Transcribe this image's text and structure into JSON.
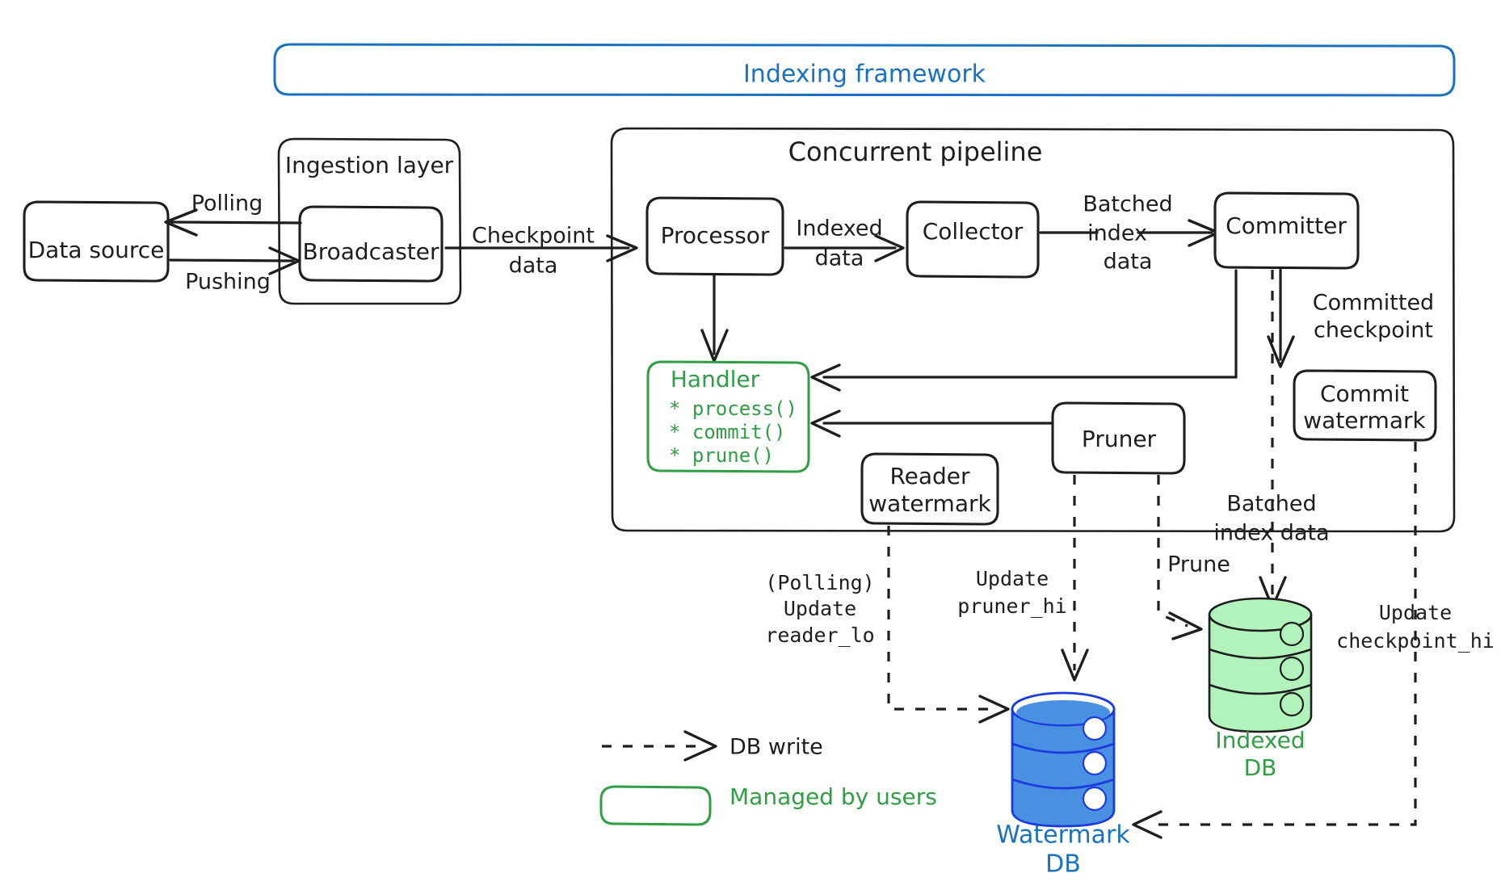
{
  "diagram": {
    "title": "Indexing framework",
    "groups": {
      "framework": "Indexing framework",
      "ingestion": "Ingestion layer",
      "pipeline": "Concurrent pipeline"
    },
    "nodes": {
      "data_source": "Data source",
      "broadcaster": "Broadcaster",
      "processor": "Processor",
      "collector": "Collector",
      "committer": "Committer",
      "handler_title": "Handler",
      "handler_methods": [
        "* process()",
        "* commit()",
        "* prune()"
      ],
      "commit_watermark_line1": "Commit",
      "commit_watermark_line2": "watermark",
      "reader_watermark_line1": "Reader",
      "reader_watermark_line2": "watermark",
      "pruner": "Pruner",
      "indexed_db_line1": "Indexed",
      "indexed_db_line2": "DB",
      "watermark_db_line1": "Watermark",
      "watermark_db_line2": "DB"
    },
    "edge_labels": {
      "polling": "Polling",
      "pushing": "Pushing",
      "checkpoint_data_line1": "Checkpoint",
      "checkpoint_data_line2": "data",
      "indexed_data_line1": "Indexed",
      "indexed_data_line2": "data",
      "batched_index_data_line1": "Batched",
      "batched_index_data_line2": "index",
      "batched_index_data_line3": "data",
      "committed_checkpoint_line1": "Committed",
      "committed_checkpoint_line2": "checkpoint",
      "batched_index_data2_line1": "Batched",
      "batched_index_data2_line2": "index data",
      "prune": "Prune",
      "polling_update_line1": "(Polling)",
      "polling_update_line2": "Update",
      "polling_update_line3": "reader_lo",
      "update_pruner_line1": "Update",
      "update_pruner_line2": "pruner_hi",
      "update_checkpoint_line1": "Update",
      "update_checkpoint_line2": "checkpoint_hi"
    },
    "legend": {
      "db_write": "DB write",
      "managed_by_users": "Managed by users"
    },
    "colors": {
      "ink": "#1e1e1e",
      "blue": "#1971c2",
      "green": "#2f9e44",
      "green_fill": "#b2f2bb",
      "blue_fill": "#4a90e2"
    }
  }
}
